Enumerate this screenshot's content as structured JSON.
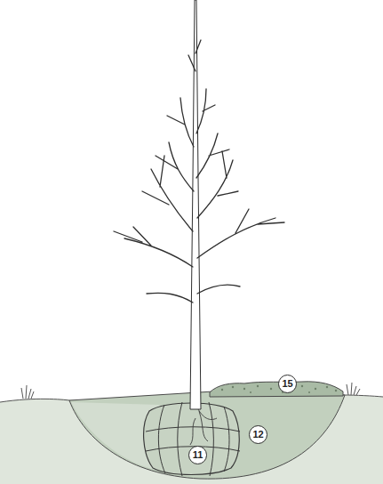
{
  "diagram": {
    "labels": [
      "15",
      "12",
      "11"
    ]
  }
}
